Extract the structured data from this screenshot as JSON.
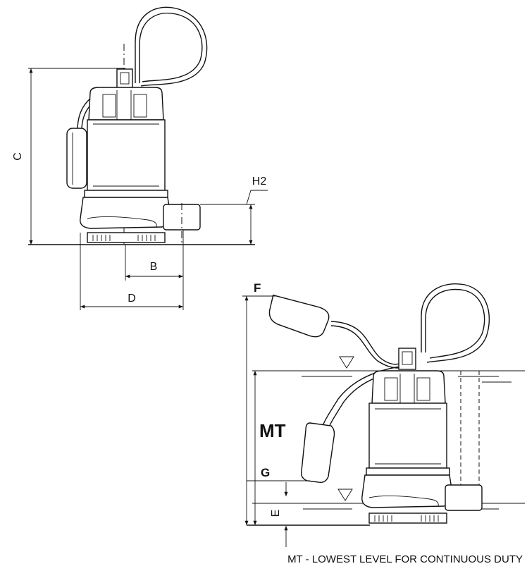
{
  "labels": {
    "c": "C",
    "h2": "H2",
    "b": "B",
    "d": "D",
    "f": "F",
    "mt": "MT",
    "g": "G",
    "e": "E"
  },
  "caption": "MT - LOWEST LEVEL FOR CONTINUOUS DUTY"
}
